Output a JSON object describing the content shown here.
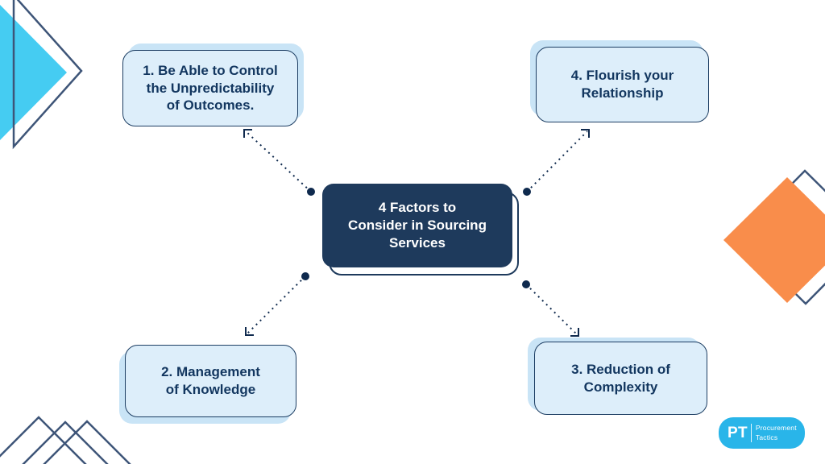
{
  "title": "4 Factors to Consider in Sourcing Services",
  "center": {
    "lines": [
      "4 Factors to",
      "Consider in Sourcing",
      "Services"
    ]
  },
  "factors": [
    {
      "id": "1",
      "lines": [
        "1. Be Able to Control",
        "the Unpredictability",
        "of Outcomes."
      ]
    },
    {
      "id": "2",
      "lines": [
        "2. Management",
        "of Knowledge"
      ]
    },
    {
      "id": "3",
      "lines": [
        "3. Reduction of",
        "Complexity"
      ]
    },
    {
      "id": "4",
      "lines": [
        "4. Flourish your",
        "Relationship"
      ]
    }
  ],
  "logo": {
    "abbr": "PT",
    "name_line1": "Procurement",
    "name_line2": "Tactics"
  },
  "colors": {
    "navy": "#1e3a5c",
    "box_fill": "#ddeefa",
    "box_back": "#c9e4f6",
    "box_border": "#1d3e63",
    "text_navy": "#12365f",
    "connector": "#0f2a4e",
    "outline_slate": "#3e5578",
    "cyan": "#45ccf2",
    "orange": "#f98d4b",
    "logo_cyan": "#29b5e9"
  }
}
